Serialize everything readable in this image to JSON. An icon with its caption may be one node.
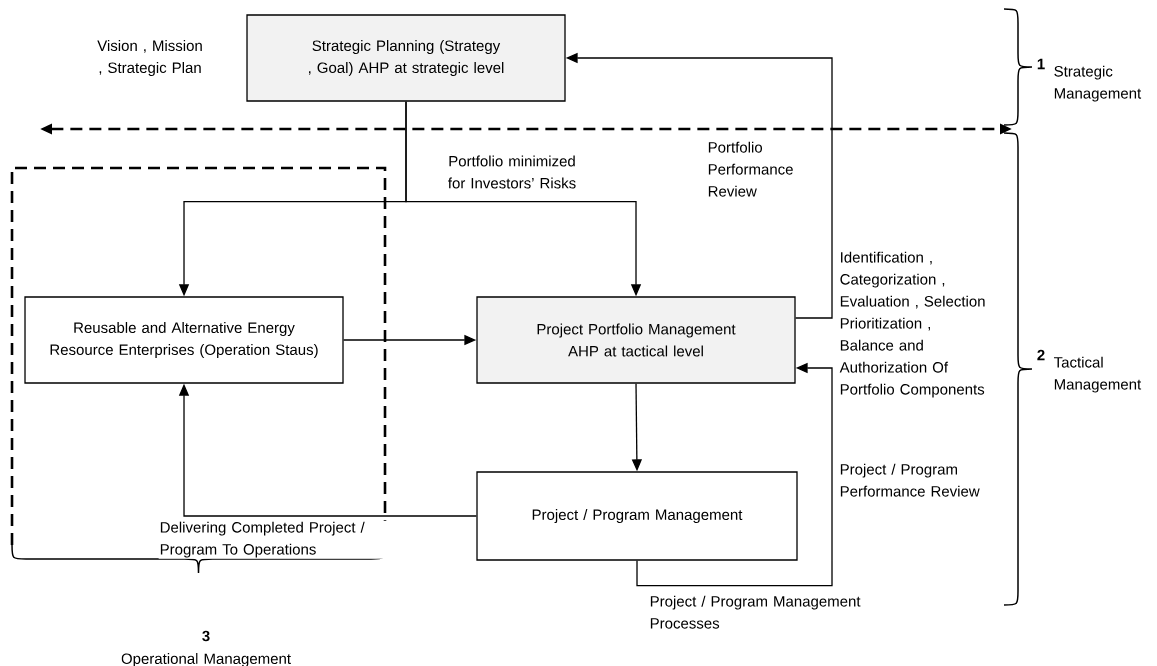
{
  "diagram": {
    "nodes": [
      {
        "text": [
          "Strategic Planning (Strategy , Goal) AHP at strategic level"
        ],
        "beside": [
          "Vision , Mission , Strategic Plan"
        ]
      },
      {
        "text": [
          "Reusable and Alternative Energy Resource Enterprises (Operation Staus)"
        ]
      },
      {
        "text": [
          "Project Portfolio Management AHP at tactical level"
        ]
      },
      {
        "text": [
          "Project / Program Management"
        ]
      }
    ],
    "edges": [
      {
        "from": 0,
        "to": 1,
        "arrow": "to"
      },
      {
        "from": 0,
        "to": 2,
        "arrow": "to",
        "label": "Portfolio minimized for Investors’ Risks"
      },
      {
        "from": 1,
        "to": 2,
        "arrow": "to"
      },
      {
        "from": 2,
        "to": 0,
        "arrow": "to",
        "label": "Portfolio Performance Review"
      },
      {
        "from": 2,
        "to": 3,
        "arrow": "to"
      },
      {
        "from": 3,
        "to": 1,
        "arrow": "to",
        "label": "Delivering Completed Project / Program To Operations"
      },
      {
        "from": 3,
        "to": 2,
        "arrow": "to",
        "label": "Project / Program Management Processes"
      }
    ],
    "labels": [
      "Identification , Categorization , Evaluation , Selection Prioritization , Balance and Authorization Of Portfolio Components",
      "Project / Program Performance Review",
      "1",
      "Strategic Management",
      "2",
      "Tactical Management",
      "3",
      "Operational Management"
    ]
  }
}
